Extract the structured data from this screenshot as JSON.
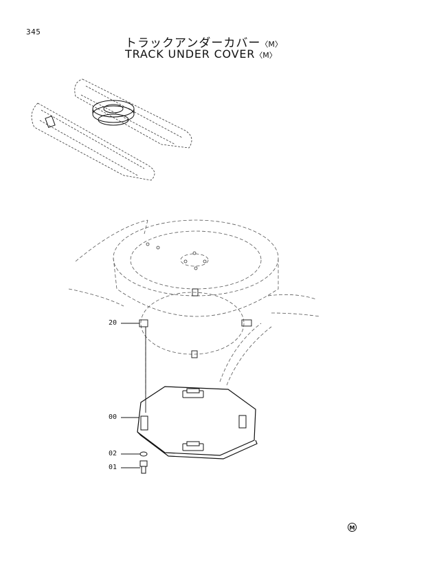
{
  "page_number": "345",
  "title": {
    "jp": "トラックアンダーカバー",
    "jp_suffix": "〈M〉",
    "en": "TRACK UNDER COVER",
    "en_suffix": "〈M〉"
  },
  "callouts": [
    {
      "id": "20",
      "label": "20"
    },
    {
      "id": "00",
      "label": "00"
    },
    {
      "id": "02",
      "label": "02"
    },
    {
      "id": "01",
      "label": "01"
    }
  ],
  "model_mark": "M",
  "colors": {
    "ink": "#111111",
    "dashed": "#555555",
    "paper": "#ffffff"
  }
}
